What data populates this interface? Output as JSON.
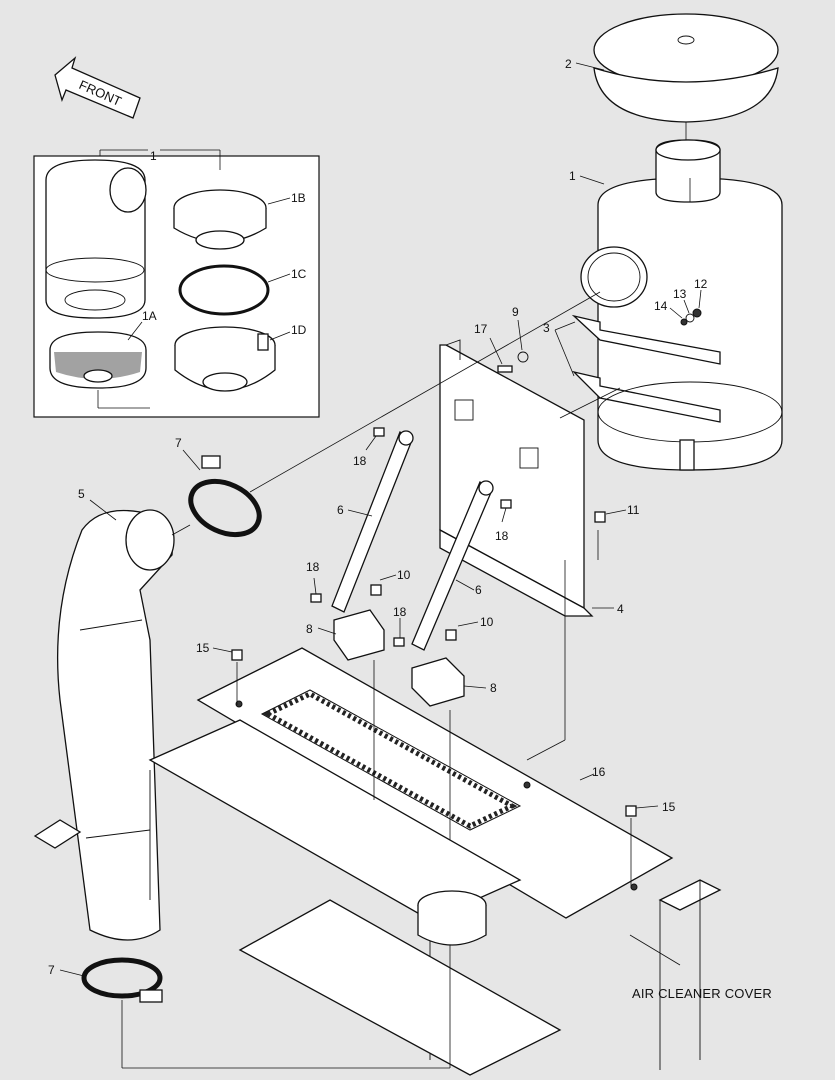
{
  "diagram": {
    "caption": "AIR CLEANER COVER",
    "front_label": "FRONT",
    "callouts": [
      {
        "id": "c-1-inset",
        "label": "1"
      },
      {
        "id": "c-1b",
        "label": "1B"
      },
      {
        "id": "c-1c",
        "label": "1C"
      },
      {
        "id": "c-1a",
        "label": "1A"
      },
      {
        "id": "c-1d",
        "label": "1D"
      },
      {
        "id": "c-2",
        "label": "2"
      },
      {
        "id": "c-1",
        "label": "1"
      },
      {
        "id": "c-12",
        "label": "12"
      },
      {
        "id": "c-13",
        "label": "13"
      },
      {
        "id": "c-14",
        "label": "14"
      },
      {
        "id": "c-9",
        "label": "9"
      },
      {
        "id": "c-17",
        "label": "17"
      },
      {
        "id": "c-3",
        "label": "3"
      },
      {
        "id": "c-7-top",
        "label": "7"
      },
      {
        "id": "c-18-a",
        "label": "18"
      },
      {
        "id": "c-5",
        "label": "5"
      },
      {
        "id": "c-6-a",
        "label": "6"
      },
      {
        "id": "c-18-b",
        "label": "18"
      },
      {
        "id": "c-11",
        "label": "11"
      },
      {
        "id": "c-6-b",
        "label": "6"
      },
      {
        "id": "c-18-c",
        "label": "18"
      },
      {
        "id": "c-10-a",
        "label": "10"
      },
      {
        "id": "c-4",
        "label": "4"
      },
      {
        "id": "c-8-a",
        "label": "8"
      },
      {
        "id": "c-18-d",
        "label": "18"
      },
      {
        "id": "c-10-b",
        "label": "10"
      },
      {
        "id": "c-15-a",
        "label": "15"
      },
      {
        "id": "c-8-b",
        "label": "8"
      },
      {
        "id": "c-16",
        "label": "16"
      },
      {
        "id": "c-15-b",
        "label": "15"
      },
      {
        "id": "c-7-bottom",
        "label": "7"
      }
    ]
  }
}
